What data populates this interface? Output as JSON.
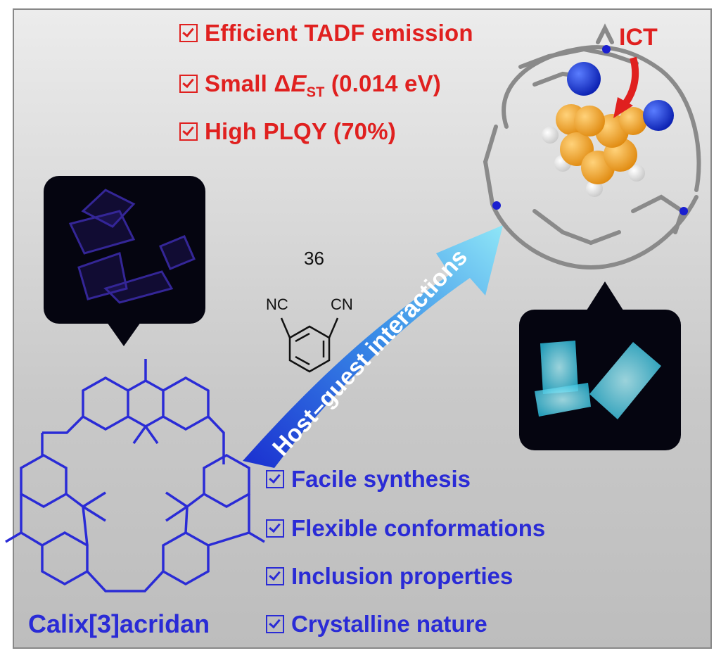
{
  "top_features": [
    {
      "prefix": "Efficient TADF emission"
    },
    {
      "prefix": "Small Δ",
      "italic": "E",
      "sub": "ST",
      "suffix": " (0.014 eV)"
    },
    {
      "prefix": "High PLQY (70%)"
    }
  ],
  "bottom_features": [
    "Facile synthesis",
    "Flexible conformations",
    "Inclusion properties",
    "Crystalline nature"
  ],
  "host_name": "Calix[3]acridan",
  "ict_label": "ICT",
  "guest_number": "36",
  "guest_nc_left": "NC",
  "guest_nc_right": "CN",
  "arrow_label": "Host–guest interactions",
  "colors": {
    "red": "#e0201f",
    "blue": "#2a2bd6",
    "arrow_start": "#1a2fd0",
    "arrow_end": "#7ee0f5"
  }
}
